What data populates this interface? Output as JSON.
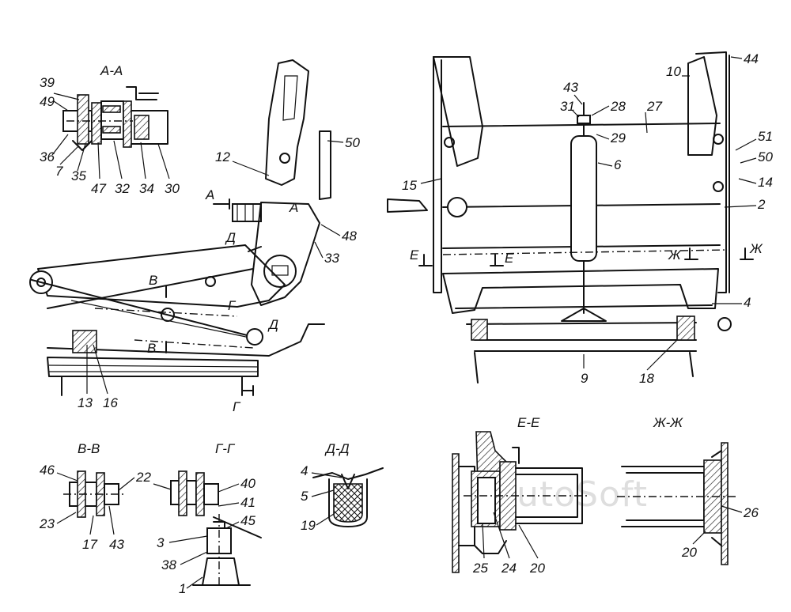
{
  "watermark": "AutoSoft",
  "sections": {
    "aa": "А-А",
    "vv": "В-В",
    "gg": "Г-Г",
    "dd": "Д-Д",
    "ee": "Е-Е",
    "zz": "Ж-Ж"
  },
  "cut_markers": {
    "A": "А",
    "D": "Д",
    "V": "В",
    "G": "Г",
    "E": "Е",
    "Zh": "Ж"
  },
  "callouts": {
    "aa": [
      "39",
      "49",
      "36",
      "7",
      "35",
      "47",
      "32",
      "34",
      "30"
    ],
    "side": [
      "12",
      "50",
      "48",
      "33",
      "13",
      "16"
    ],
    "front": [
      "43",
      "31",
      "28",
      "27",
      "10",
      "44",
      "29",
      "6",
      "51",
      "50",
      "14",
      "15",
      "2",
      "4",
      "9",
      "18"
    ],
    "vv": [
      "46",
      "22",
      "23",
      "17",
      "43"
    ],
    "gg": [
      "40",
      "41",
      "45",
      "3",
      "38",
      "1"
    ],
    "dd": [
      "4",
      "5",
      "19"
    ],
    "ee": [
      "25",
      "24",
      "20"
    ],
    "zz": [
      "26",
      "20"
    ]
  }
}
